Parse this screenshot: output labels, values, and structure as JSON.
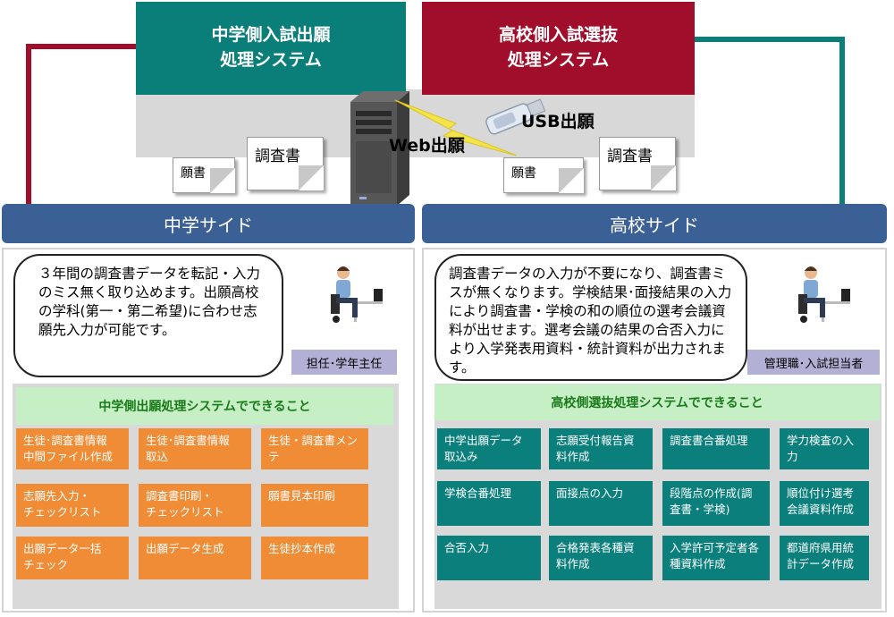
{
  "systems": {
    "jhs_title": "中学側入試出願\n処理システム",
    "hs_title": "高校側入試選抜\n処理システム"
  },
  "documents": {
    "jhs_small": "願書",
    "jhs_large": "調査書",
    "hs_small": "願書",
    "hs_large": "調査書"
  },
  "channels": {
    "usb": "USB出願",
    "web": "Web出願"
  },
  "jhs": {
    "header": "中学サイド",
    "description": "３年間の調査書データを転記・入力のミス無く取り込めます。出願高校の学科(第一・第二希望)に合わせ志願先入力が可能です。",
    "role": "担任･学年主任",
    "features_title": "中学側出願処理システムでできること",
    "features": [
      "生徒･調査書情報\n中間ファイル作成",
      "生徒･調査書情報\n取込",
      "生徒・調査書メン\nテ",
      "志願先入力・\nチェックリスト",
      "調査書印刷・\nチェックリスト",
      "願書見本印刷",
      "出願データ一括\nチェック",
      "出願データ生成",
      "生徒抄本作成"
    ]
  },
  "hs": {
    "header": "高校サイド",
    "description": "調査書データの入力が不要になり、調査書ミスが無くなります。学検結果･面接結果の入力により調査書・学検の和の順位の選考会議資料が出せます。選考会議の結果の合否入力により入学発表用資料・統計資料が出力されます。",
    "role": "管理職･入試担当者",
    "features_title": "高校側選抜処理システムでできること",
    "features": [
      "中学出願データ\n取込み",
      "志願受付報告資\n料作成",
      "調査書合番処理",
      "学力検査の入\n力",
      "学検合番処理",
      "面接点の入力",
      "段階点の作成(調\n査書・学検)",
      "順位付け選考\n会議資料作成",
      "合否入力",
      "合格発表各種資\n料作成",
      "入学許可予定者各\n種資料作成",
      "都道府県用統\n計データ作成"
    ]
  },
  "colors": {
    "jhs_system": "#0a7e78",
    "hs_system": "#a10e2b",
    "side_header": "#3b6095",
    "jhs_feature": "#f08c35",
    "hs_feature": "#0b7f7c",
    "feature_title_bg": "#c6efc6",
    "role_bg": "#b3b0d6"
  }
}
